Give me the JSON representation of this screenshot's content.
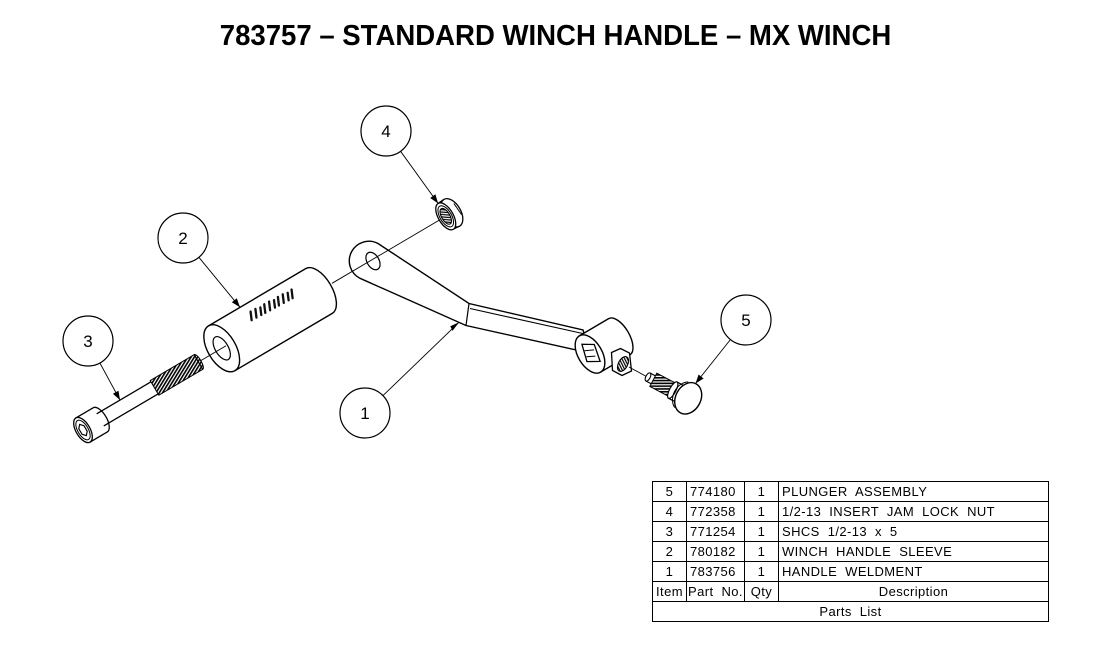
{
  "title": "783757 – STANDARD WINCH HANDLE – MX WINCH",
  "diagram": {
    "balloons": [
      {
        "number": "1",
        "refers_to": "HANDLE WELDMENT"
      },
      {
        "number": "2",
        "refers_to": "WINCH HANDLE SLEEVE"
      },
      {
        "number": "3",
        "refers_to": "SHCS 1/2-13 x 5"
      },
      {
        "number": "4",
        "refers_to": "1/2-13 INSERT JAM LOCK NUT"
      },
      {
        "number": "5",
        "refers_to": "PLUNGER ASSEMBLY"
      }
    ]
  },
  "parts_list": {
    "caption": "Parts List",
    "headers": [
      "Item",
      "Part No.",
      "Qty",
      "Description"
    ],
    "rows": [
      [
        "5",
        "774180",
        "1",
        "PLUNGER ASSEMBLY"
      ],
      [
        "4",
        "772358",
        "1",
        "1/2-13 INSERT JAM LOCK NUT"
      ],
      [
        "3",
        "771254",
        "1",
        "SHCS 1/2-13 x 5"
      ],
      [
        "2",
        "780182",
        "1",
        "WINCH HANDLE SLEEVE"
      ],
      [
        "1",
        "783756",
        "1",
        "HANDLE WELDMENT"
      ]
    ]
  },
  "colors": {
    "line": "#000000",
    "background": "#ffffff"
  }
}
